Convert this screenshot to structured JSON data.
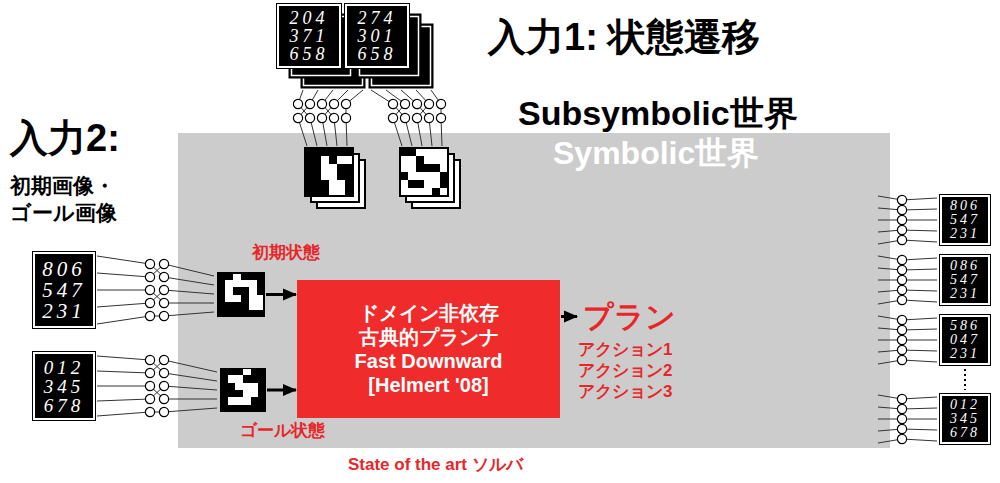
{
  "diagram": {
    "nodes": [
      {
        "text": [
          "Symbolic世界"
        ]
      },
      {
        "text": [
          "初期状態"
        ],
        "in": 0
      },
      {
        "text": [
          "ドメイン非依存 古典的プランナ Fast Downward [Helmert '08]"
        ],
        "in": 0
      },
      {
        "text": [
          "プラン",
          "アクション1 アクション2 アクション3"
        ],
        "in": 0
      },
      {
        "text": [
          "ゴール状態"
        ],
        "in": 0
      }
    ],
    "edges": [
      {
        "from": 1,
        "to": 2,
        "arrow": "to"
      },
      {
        "from": 4,
        "to": 2,
        "arrow": "to"
      },
      {
        "from": 2,
        "to": 3,
        "arrow": "to"
      }
    ],
    "labels": [
      "入力1: 状態遷移",
      "Subsymbolic世界",
      "入力2:",
      "初期画像・ ゴール画像",
      "State of the art ソルバ",
      "204 371 658",
      "274 301 658",
      "806 547 231",
      "012 345 678",
      "806 547 231",
      "086 547 231",
      "586 047 231",
      "012 345 678"
    ]
  }
}
